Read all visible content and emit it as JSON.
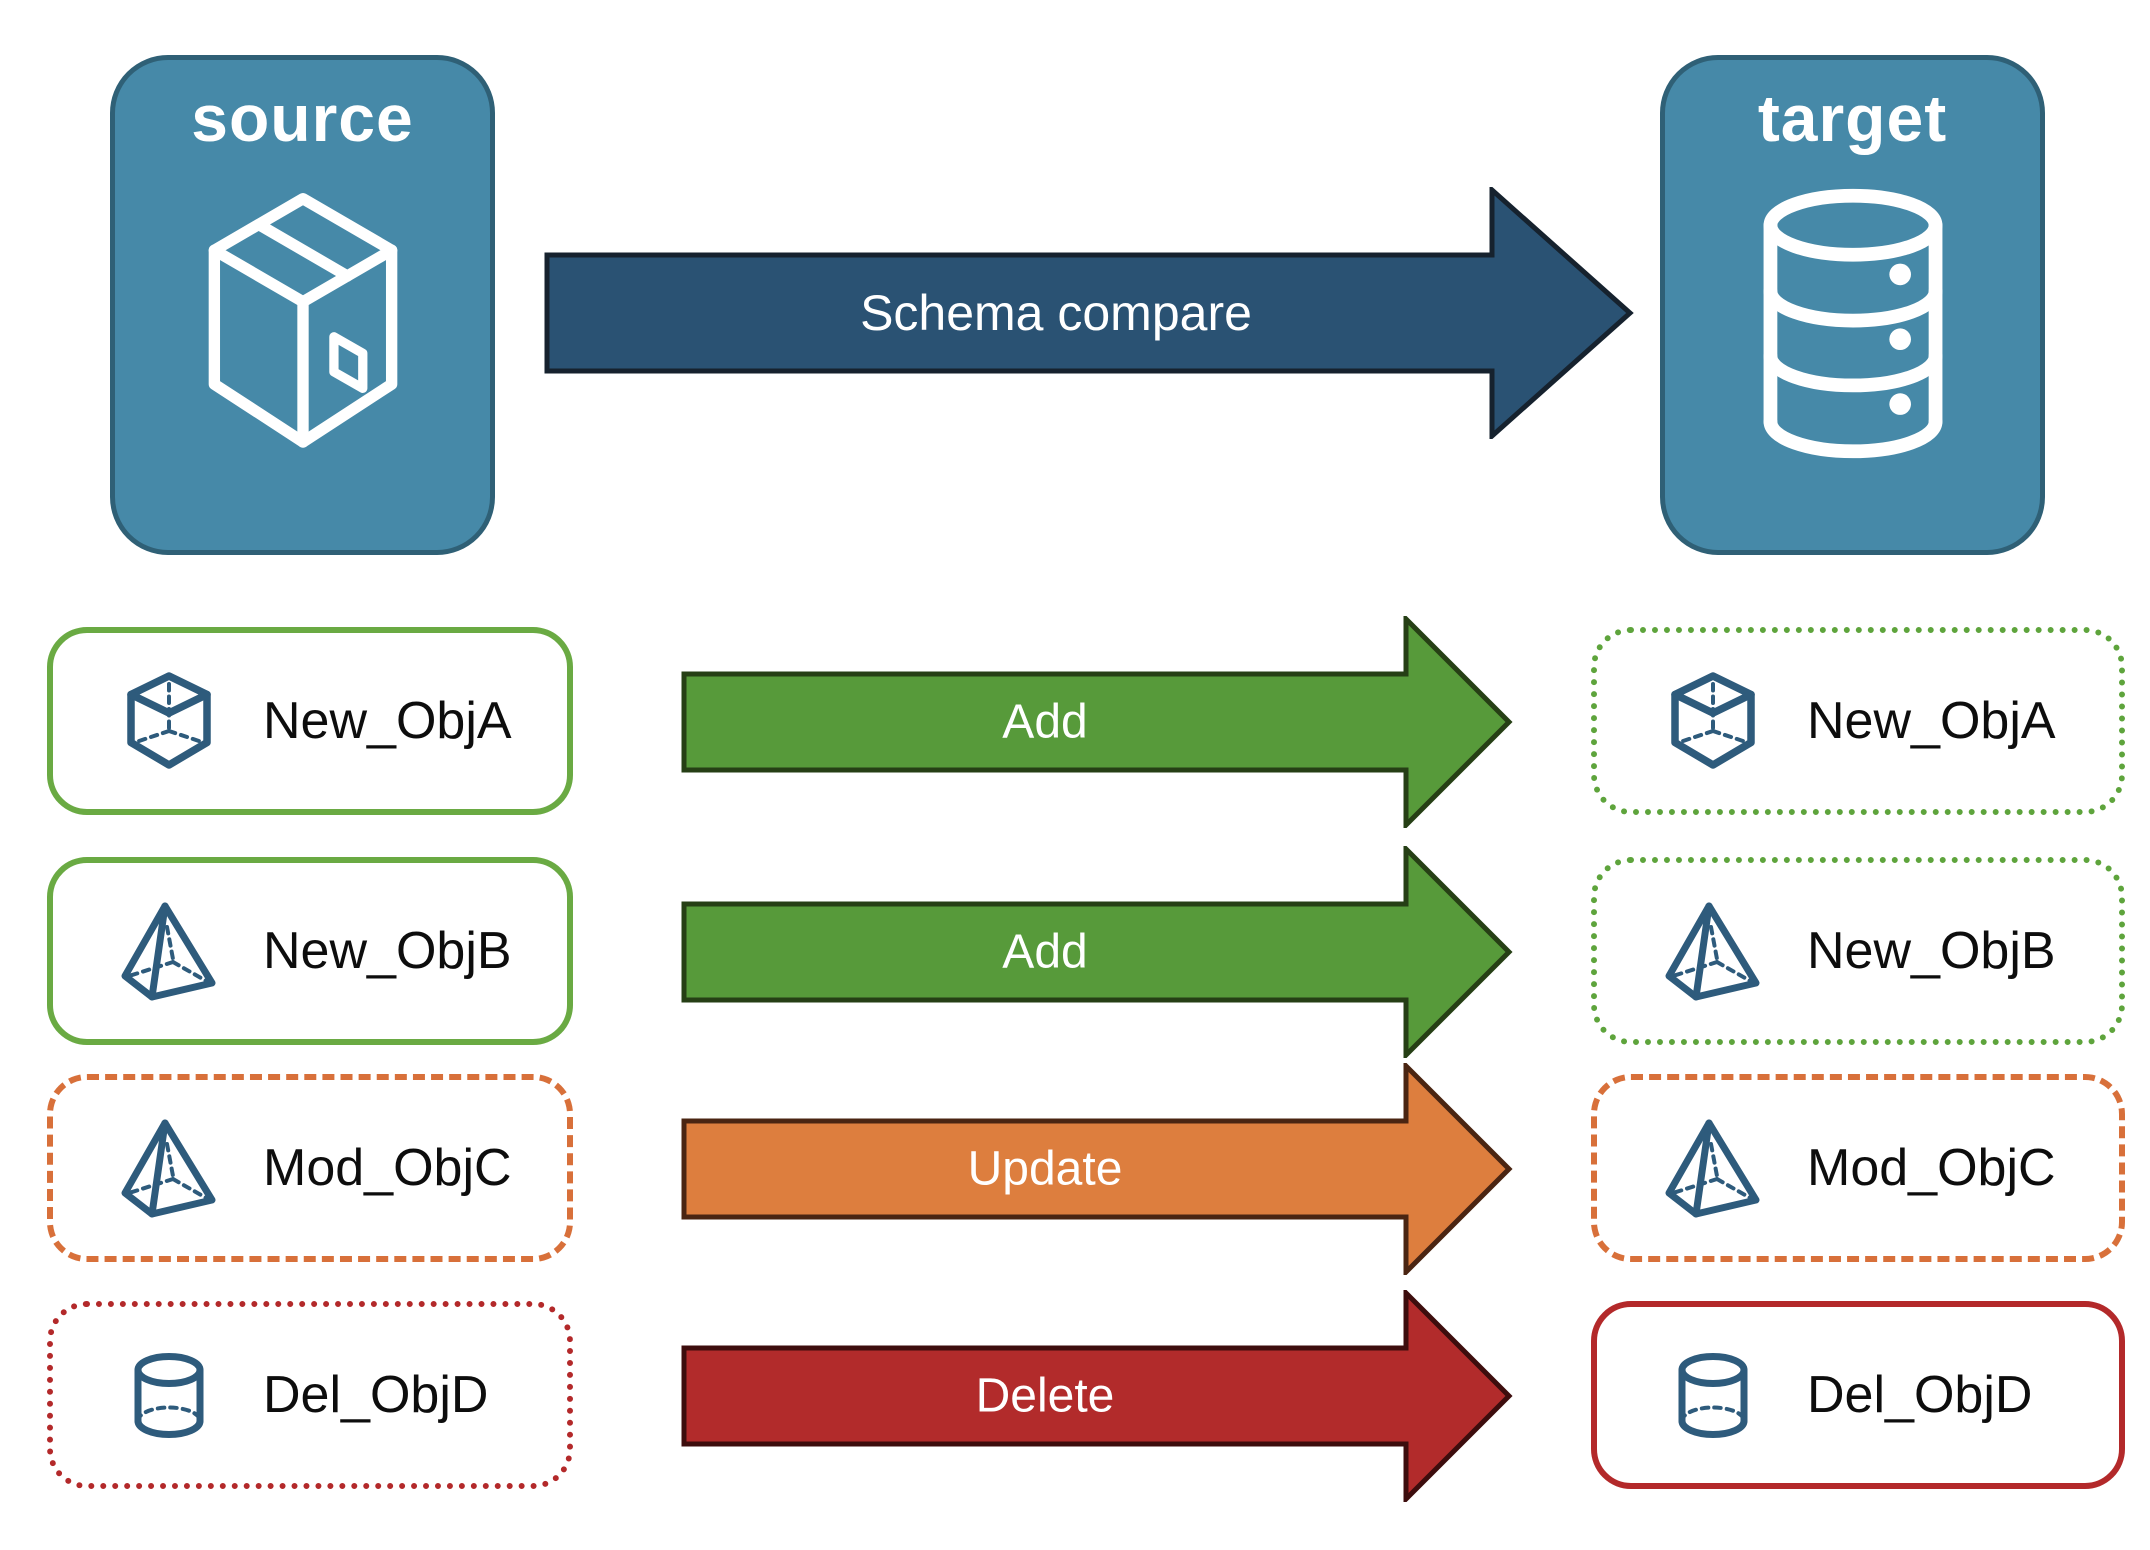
{
  "icon_color": "#2E5B7C",
  "header": {
    "source_card": {
      "title": "source",
      "icon": "package-box-icon",
      "bg": "#4689A8",
      "border_color": "#2F6076"
    },
    "target_card": {
      "title": "target",
      "icon": "database-icon",
      "bg": "#4689A8",
      "border_color": "#2F6076"
    },
    "compare_arrow": {
      "label": "Schema compare",
      "fill": "#2A5273",
      "stroke": "#16222E"
    }
  },
  "rows": [
    {
      "source_box": {
        "label": "New_ObjA",
        "icon": "cube-icon",
        "border_color": "#6AAA43",
        "border_style": "solid"
      },
      "action_arrow": {
        "label": "Add",
        "fill": "#579A3A",
        "stroke": "#263F15"
      },
      "target_box": {
        "label": "New_ObjA",
        "icon": "cube-icon",
        "border_color": "#5EA43C",
        "border_style": "dotted"
      }
    },
    {
      "source_box": {
        "label": "New_ObjB",
        "icon": "pyramid-icon",
        "border_color": "#6AAA43",
        "border_style": "solid"
      },
      "action_arrow": {
        "label": "Add",
        "fill": "#579A3A",
        "stroke": "#263F15"
      },
      "target_box": {
        "label": "New_ObjB",
        "icon": "pyramid-icon",
        "border_color": "#5EA43C",
        "border_style": "dotted"
      }
    },
    {
      "source_box": {
        "label": "Mod_ObjC",
        "icon": "pyramid-icon",
        "border_color": "#D8703A",
        "border_style": "dashed"
      },
      "action_arrow": {
        "label": "Update",
        "fill": "#DD7E3E",
        "stroke": "#4A2512"
      },
      "target_box": {
        "label": "Mod_ObjC",
        "icon": "pyramid-icon",
        "border_color": "#D8703A",
        "border_style": "dashed"
      }
    },
    {
      "source_box": {
        "label": "Del_ObjD",
        "icon": "cylinder-icon",
        "border_color": "#B3292A",
        "border_style": "dotted"
      },
      "action_arrow": {
        "label": "Delete",
        "fill": "#B22B2B",
        "stroke": "#3D0D0D"
      },
      "target_box": {
        "label": "Del_ObjD",
        "icon": "cylinder-icon",
        "border_color": "#B3292A",
        "border_style": "solid"
      }
    }
  ]
}
